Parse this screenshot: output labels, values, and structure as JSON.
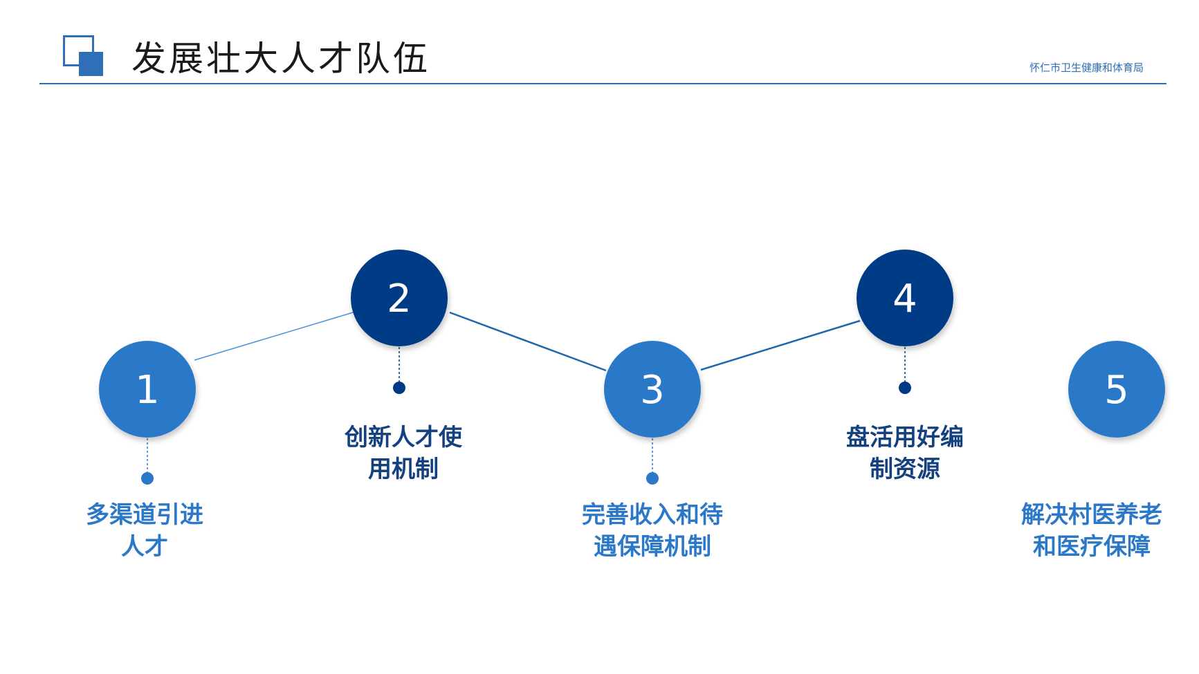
{
  "header": {
    "title": "发展壮大人才队伍",
    "org": "怀仁市卫生健康和体育局"
  },
  "colors": {
    "accent": "#2f6fb8",
    "dark_circle": "#003a85",
    "light_circle": "#2b78c8",
    "label_dark": "#13407f",
    "label_light": "#2b78c8"
  },
  "steps": [
    {
      "num": "1",
      "line1": "多渠道引进",
      "line2": "人才"
    },
    {
      "num": "2",
      "line1": "创新人才使",
      "line2": "用机制"
    },
    {
      "num": "3",
      "line1": "完善收入和待",
      "line2": "遇保障机制"
    },
    {
      "num": "4",
      "line1": "盘活用好编",
      "line2": "制资源"
    },
    {
      "num": "5",
      "line1": "解决村医养老",
      "line2": "和医疗保障"
    }
  ]
}
